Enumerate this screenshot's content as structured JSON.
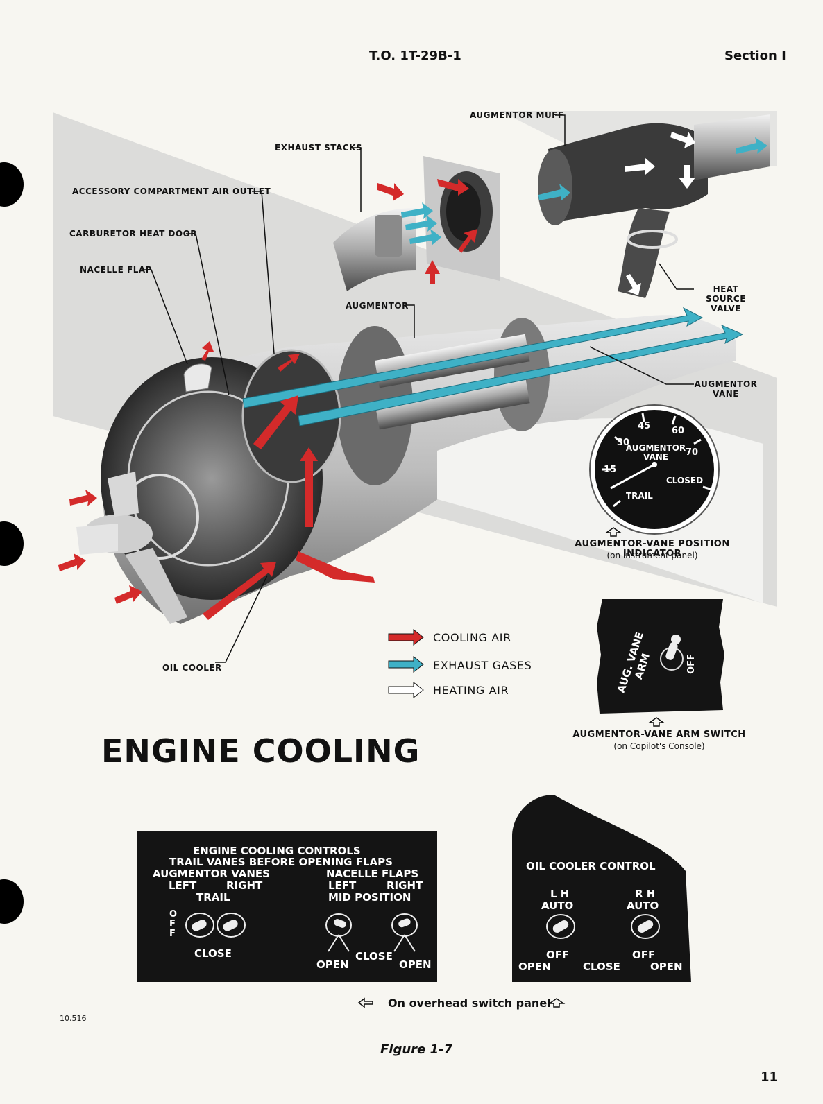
{
  "header": {
    "doc_number": "T.O. 1T-29B-1",
    "section": "Section I"
  },
  "callouts": {
    "augmentor_muff": "AUGMENTOR MUFF",
    "exhaust_stacks": "EXHAUST STACKS",
    "accessory_outlet": "ACCESSORY COMPARTMENT AIR OUTLET",
    "carb_heat_door": "CARBURETOR HEAT DOOR",
    "nacelle_flap": "NACELLE FLAP",
    "augmentor": "AUGMENTOR",
    "heat_source_valve_1": "HEAT SOURCE",
    "heat_source_valve_2": "VALVE",
    "augmentor_vane_1": "AUGMENTOR",
    "augmentor_vane_2": "VANE",
    "oil_cooler": "OIL COOLER"
  },
  "gauge": {
    "ticks": [
      "15",
      "30",
      "45",
      "60",
      "70"
    ],
    "label_1": "AUGMENTOR",
    "label_2": "VANE",
    "closed": "CLOSED",
    "trail": "TRAIL",
    "caption": "AUGMENTOR-VANE POSITION INDICATOR",
    "subcaption": "(on instrument panel)"
  },
  "legend": [
    {
      "label": "COOLING AIR",
      "color": "#d42a2a"
    },
    {
      "label": "EXHAUST GASES",
      "color": "#3fb1c6"
    },
    {
      "label": "HEATING AIR",
      "color": "#ffffff"
    }
  ],
  "arm_switch": {
    "placard_label": "AUG. VANE ARM",
    "off": "OFF",
    "caption": "AUGMENTOR-VANE ARM SWITCH",
    "subcaption": "(on Copilot's Console)"
  },
  "title": "ENGINE COOLING",
  "cooling_panel": {
    "line1": "ENGINE COOLING CONTROLS",
    "line2": "TRAIL VANES BEFORE OPENING FLAPS",
    "aug_vanes": "AUGMENTOR VANES",
    "left": "LEFT",
    "right": "RIGHT",
    "trail": "TRAIL",
    "nacelle_flaps": "NACELLE FLAPS",
    "left2": "LEFT",
    "right2": "RIGHT",
    "mid_position": "MID POSITION",
    "off_vertical": "OFF",
    "close": "CLOSE",
    "open_left": "OPEN",
    "close2": "CLOSE",
    "open_right": "OPEN"
  },
  "oil_panel": {
    "title": "OIL COOLER CONTROL",
    "lh": "L H",
    "rh": "R H",
    "auto_l": "AUTO",
    "auto_r": "AUTO",
    "off_l": "OFF",
    "off_r": "OFF",
    "open_l": "OPEN",
    "close": "CLOSE",
    "open_r": "OPEN"
  },
  "overhead_note": "On overhead switch panel",
  "serial": "10,516",
  "figure": "Figure 1-7",
  "page_number": "11"
}
